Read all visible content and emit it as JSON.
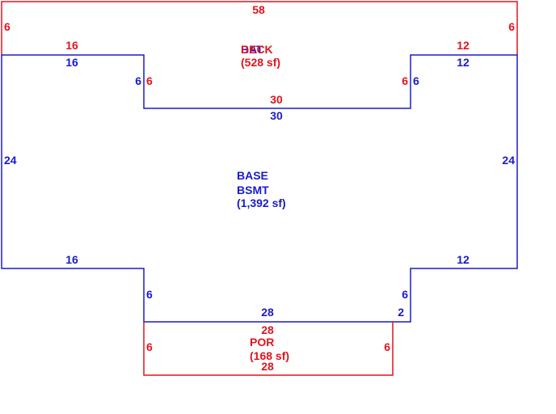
{
  "colors": {
    "base": "#1a1acc",
    "addition": "#e0141e"
  },
  "deck": {
    "name": "DECK",
    "area": "(528 sf)",
    "dims": {
      "top": "58",
      "left": "6",
      "right": "6",
      "top_left_step": "16",
      "top_right_step": "12",
      "inner_left": "6",
      "inner_right": "6",
      "inner_bottom": "30"
    }
  },
  "base": {
    "name_line1": "BASE",
    "name_line2": "BSMT",
    "area": "(1,392 sf)",
    "overlap_label": "BAT",
    "dims": {
      "top_left": "16",
      "top_right": "12",
      "notch_left": "6",
      "notch_right": "6",
      "notch_bottom": "30",
      "left": "24",
      "right": "24",
      "bottom_left": "16",
      "bottom_right": "12",
      "lower_left": "6",
      "lower_right": "6",
      "bottom_center": "28",
      "step_right": "2"
    }
  },
  "porch": {
    "name": "POR",
    "area": "(168 sf)",
    "dims": {
      "top": "28",
      "bottom": "28",
      "left": "6",
      "right": "6"
    }
  }
}
